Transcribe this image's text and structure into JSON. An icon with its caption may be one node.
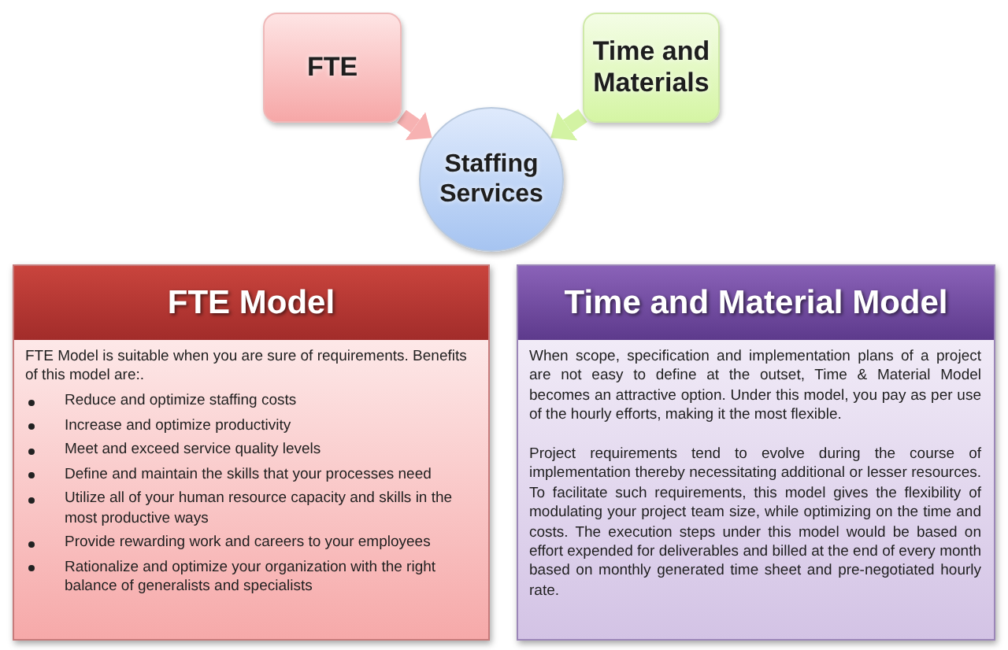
{
  "diagram": {
    "nodes": [
      {
        "text": [
          "FTE"
        ]
      },
      {
        "text": [
          "Time and Materials"
        ]
      },
      {
        "text": [
          "Staffing Services"
        ]
      },
      {
        "text": [
          "FTE Model",
          "FTE Model is suitable when you are sure of requirements. Benefits of this model are:.",
          "Reduce and optimize staffing costs",
          "Increase and optimize productivity",
          "Meet and exceed service quality levels",
          "Define and maintain the skills that your processes need",
          "Utilize all of your human resource capacity and skills in the most productive ways",
          "Provide rewarding work and careers to your employees",
          "Rationalize and optimize your organization with the right balance of generalists and specialists"
        ]
      },
      {
        "text": [
          "Time and Material Model",
          "When scope, specification and implementation plans of a project are not easy to define at the outset, Time & Material Model becomes an attractive option. Under this model, you pay as per use of the hourly efforts, making it the most flexible.",
          "Project requirements tend to evolve during the course of implementation thereby necessitating additional or lesser resources. To facilitate such requirements, this model gives the flexibility of modulating your project team size, while optimizing on the time and costs. The execution steps under this model would be based on effort expended for deliverables and billed at the end of every month based on monthly generated time sheet and pre-negotiated hourly rate."
        ]
      }
    ],
    "edges": [
      {
        "from": 0,
        "to": 2,
        "arrow": "to",
        "color": "#f7b2b2"
      },
      {
        "from": 1,
        "to": 2,
        "arrow": "to",
        "color": "#d3f3a3"
      }
    ]
  }
}
